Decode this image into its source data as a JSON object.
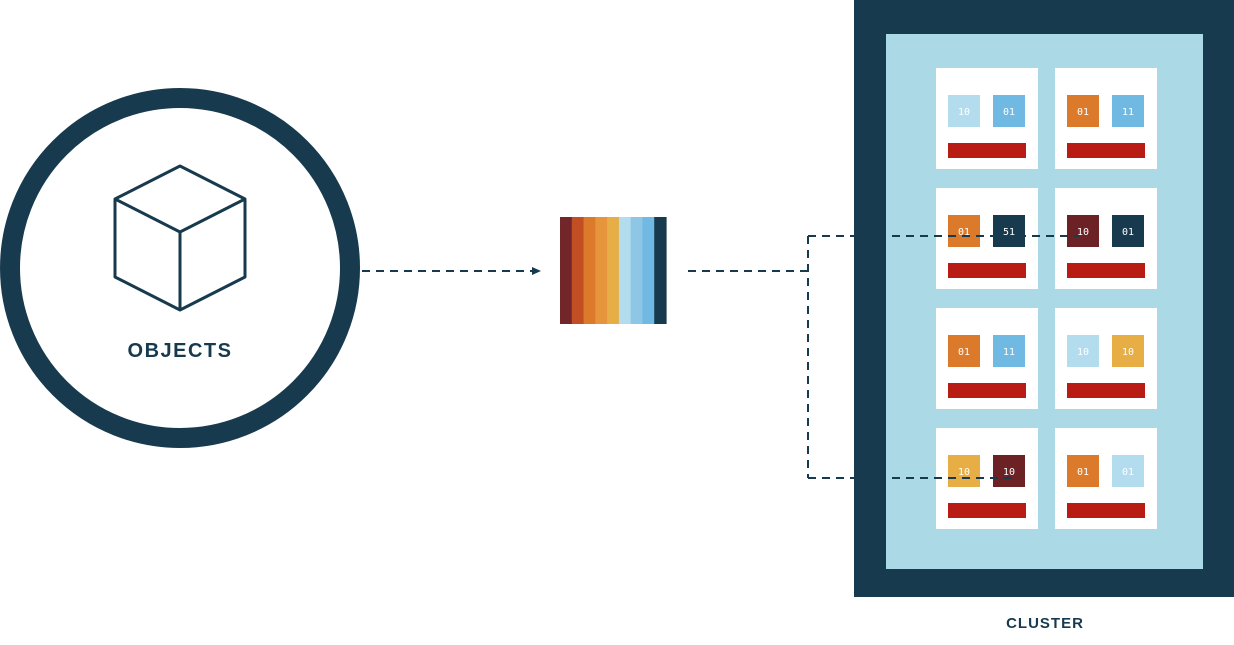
{
  "colors": {
    "navy": "#183a4e",
    "light_blue": "#acd9e6",
    "white": "#ffffff",
    "red": "#b81c14",
    "maroon": "#6c2125",
    "orange": "#dc7a2c",
    "gold": "#e6ae44",
    "sky": "#6fb9e3",
    "pale": "#b3dcee"
  },
  "objects": {
    "label": "OBJECTS",
    "icon": "cube-icon"
  },
  "distributor": {
    "icon": "striped-bar-icon",
    "stripes": [
      "#722629",
      "#c24f23",
      "#dc7a2c",
      "#e6953d",
      "#e6ae44",
      "#b3dcee",
      "#8ec7e6",
      "#6fb9e3",
      "#183a4e"
    ]
  },
  "cluster": {
    "label": "CLUSTER",
    "nodes": [
      {
        "chips": [
          {
            "text": "10",
            "color": "pale"
          },
          {
            "text": "01",
            "color": "sky"
          }
        ]
      },
      {
        "chips": [
          {
            "text": "01",
            "color": "orange"
          },
          {
            "text": "11",
            "color": "sky"
          }
        ]
      },
      {
        "chips": [
          {
            "text": "01",
            "color": "orange"
          },
          {
            "text": "51",
            "color": "navy"
          }
        ]
      },
      {
        "chips": [
          {
            "text": "10",
            "color": "maroon"
          },
          {
            "text": "01",
            "color": "navy"
          }
        ]
      },
      {
        "chips": [
          {
            "text": "01",
            "color": "orange"
          },
          {
            "text": "11",
            "color": "sky"
          }
        ]
      },
      {
        "chips": [
          {
            "text": "10",
            "color": "pale"
          },
          {
            "text": "10",
            "color": "gold"
          }
        ]
      },
      {
        "chips": [
          {
            "text": "10",
            "color": "gold"
          },
          {
            "text": "10",
            "color": "maroon"
          }
        ]
      },
      {
        "chips": [
          {
            "text": "01",
            "color": "orange"
          },
          {
            "text": "01",
            "color": "pale"
          }
        ]
      }
    ]
  }
}
